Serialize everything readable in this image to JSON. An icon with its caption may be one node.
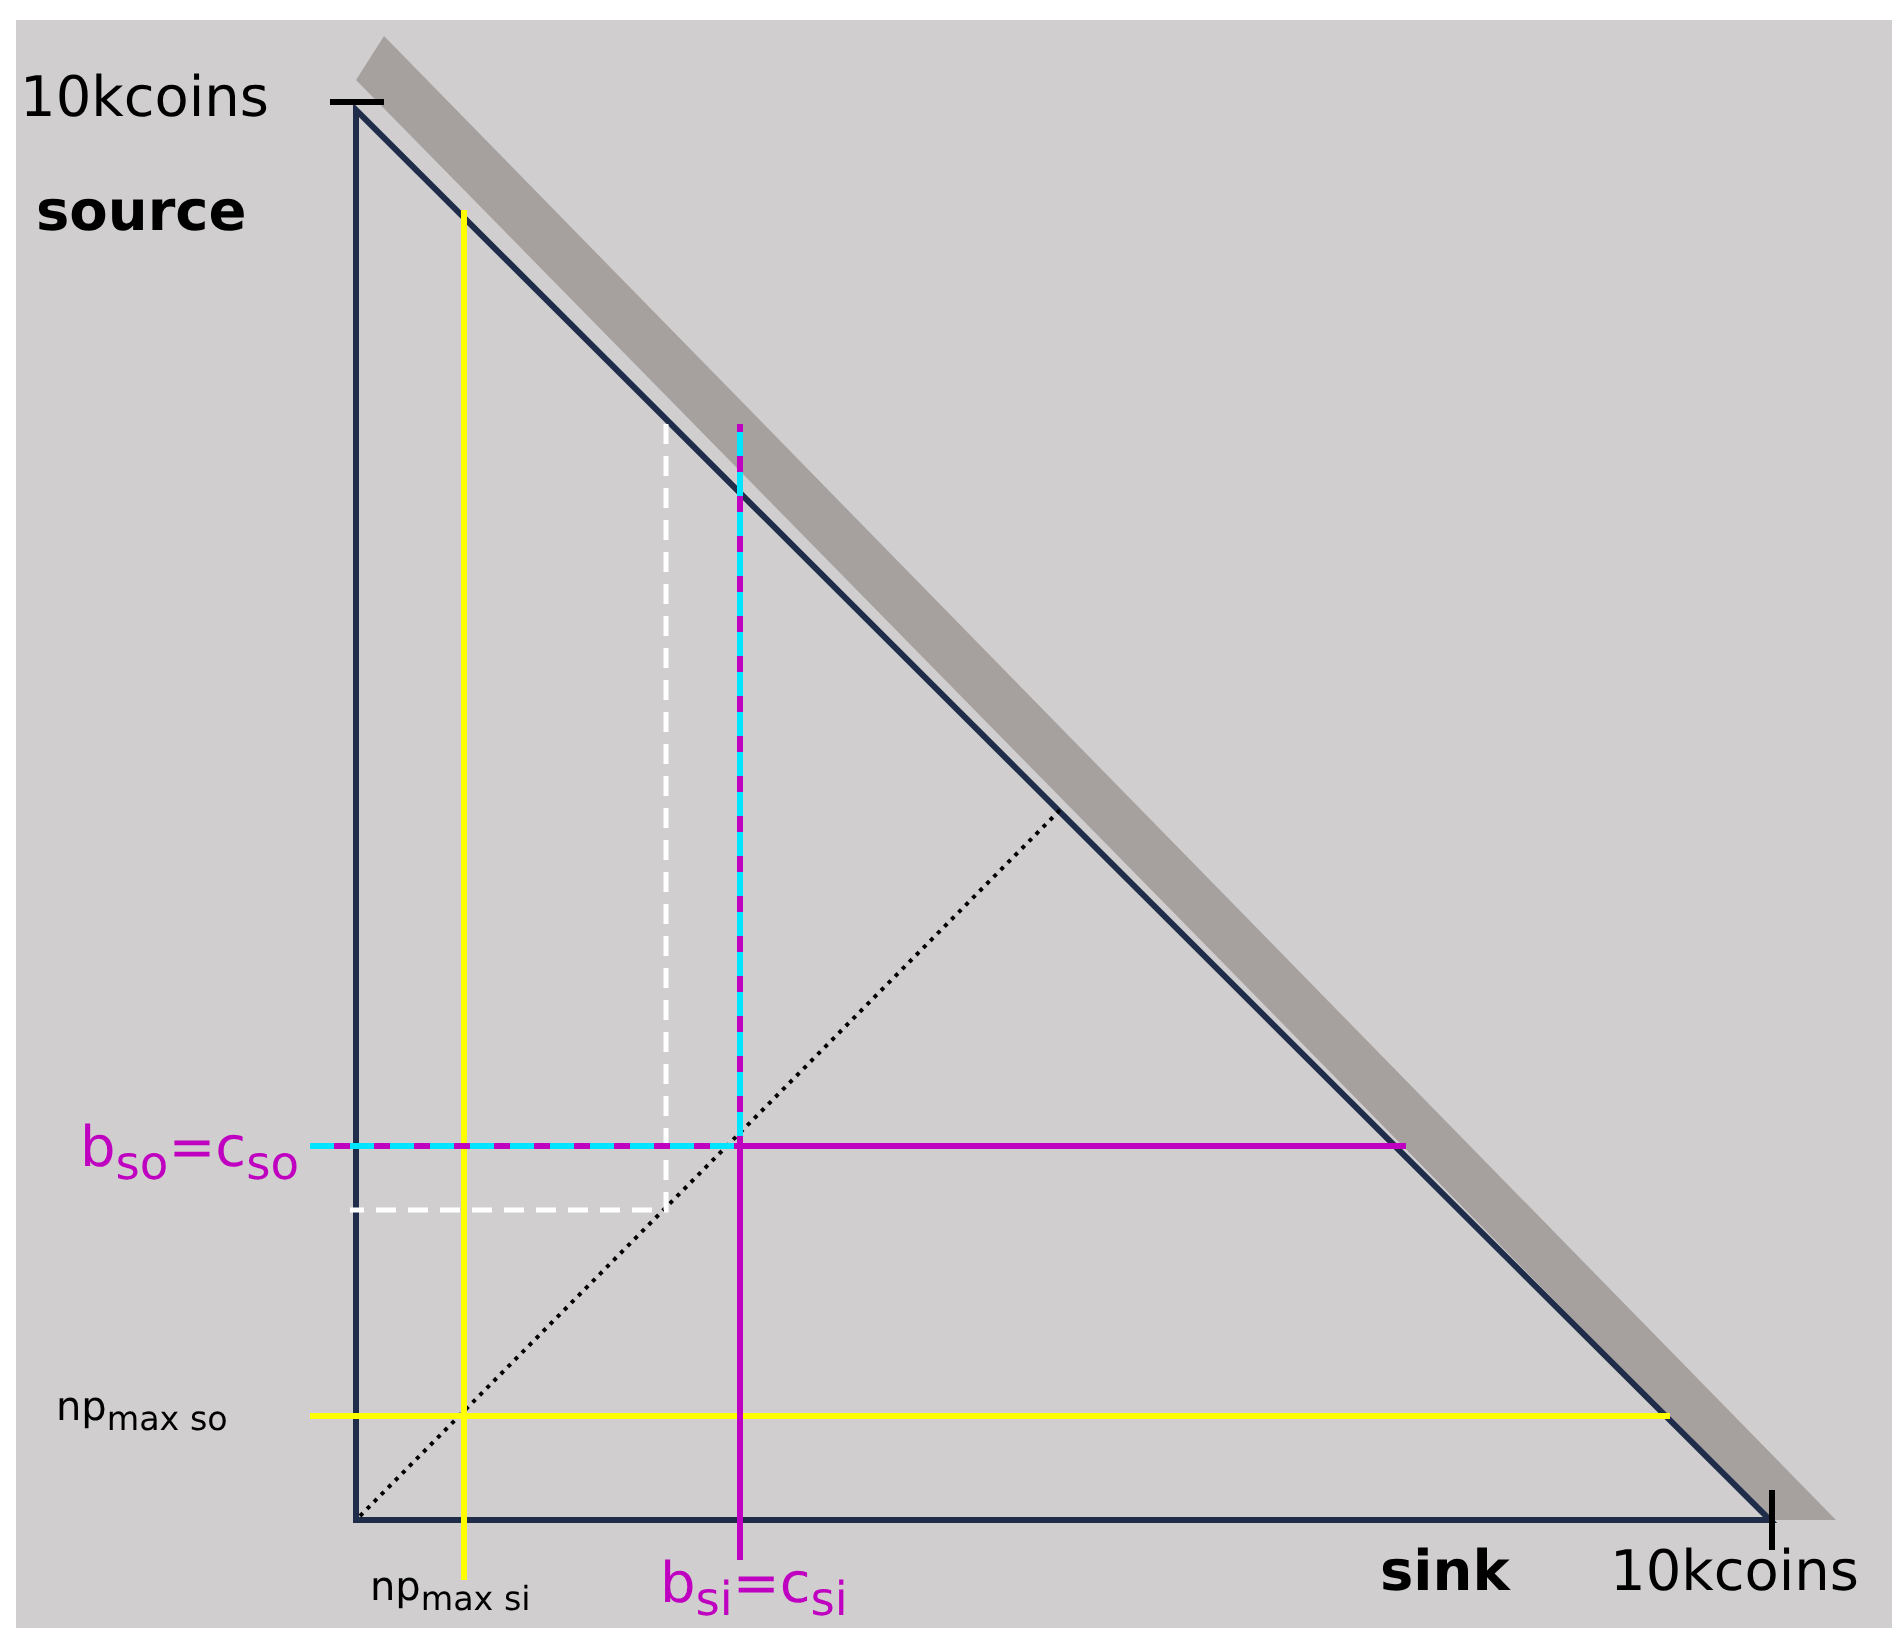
{
  "diagram": {
    "labels": [
      "10kcoins",
      "source",
      "b$_{so}$=c$_{so}$",
      "np$_{max so}$",
      "np$_{max si}$",
      "b$_{si}$=c$_{si}$",
      "sink",
      "10kcoins"
    ]
  }
}
